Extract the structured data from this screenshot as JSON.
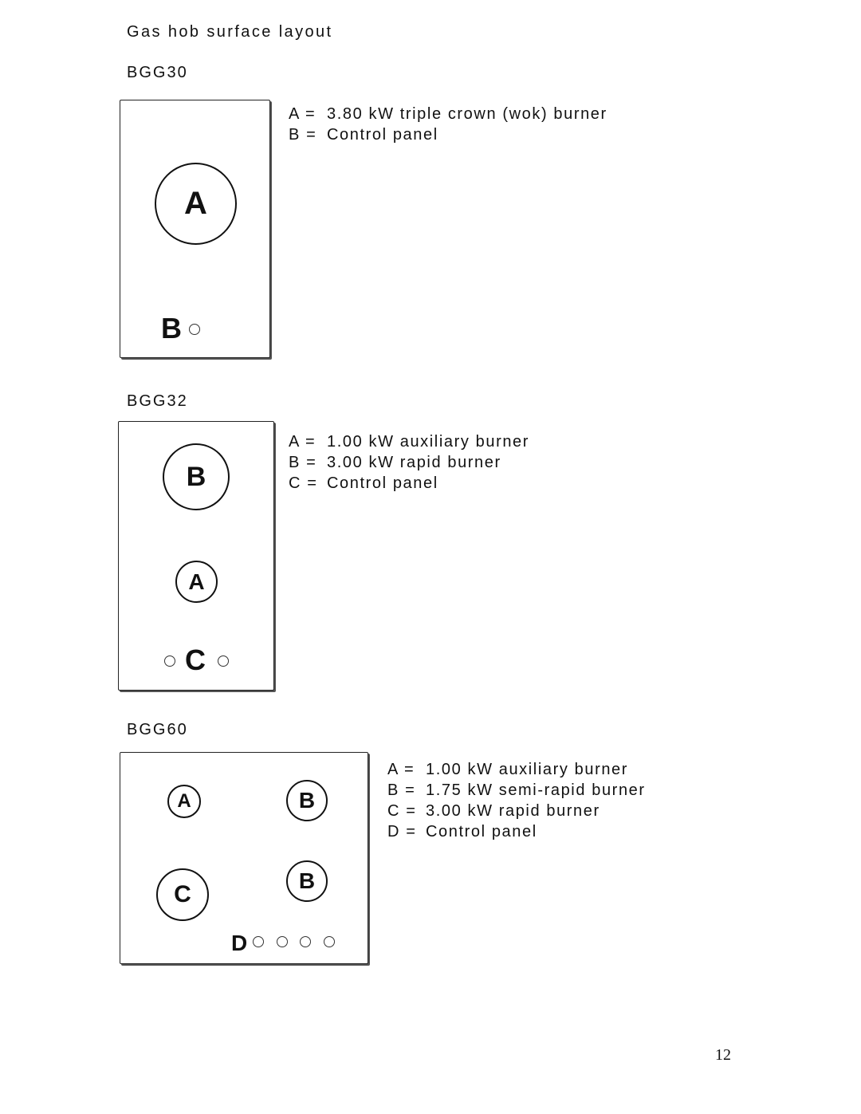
{
  "page": {
    "title": "Gas hob surface layout",
    "page_number": "12"
  },
  "models": [
    {
      "name": "BGG30",
      "legend": [
        {
          "key": "A =",
          "text": "3.80 kW triple crown (wok) burner"
        },
        {
          "key": "B =",
          "text": "Control panel"
        }
      ],
      "burners": [
        "A"
      ],
      "control_panel": "B"
    },
    {
      "name": "BGG32",
      "legend": [
        {
          "key": "A =",
          "text": "1.00 kW auxiliary burner"
        },
        {
          "key": "B =",
          "text": "3.00 kW rapid burner"
        },
        {
          "key": "C =",
          "text": "Control panel"
        }
      ],
      "burners": [
        "B",
        "A"
      ],
      "control_panel": "C"
    },
    {
      "name": "BGG60",
      "legend": [
        {
          "key": "A =",
          "text": "1.00 kW auxiliary burner"
        },
        {
          "key": "B =",
          "text": "1.75 kW semi-rapid burner"
        },
        {
          "key": "C =",
          "text": "3.00 kW rapid burner"
        },
        {
          "key": "D =",
          "text": "Control panel"
        }
      ],
      "burners": [
        "A",
        "B",
        "C",
        "B"
      ],
      "control_panel": "D"
    }
  ]
}
